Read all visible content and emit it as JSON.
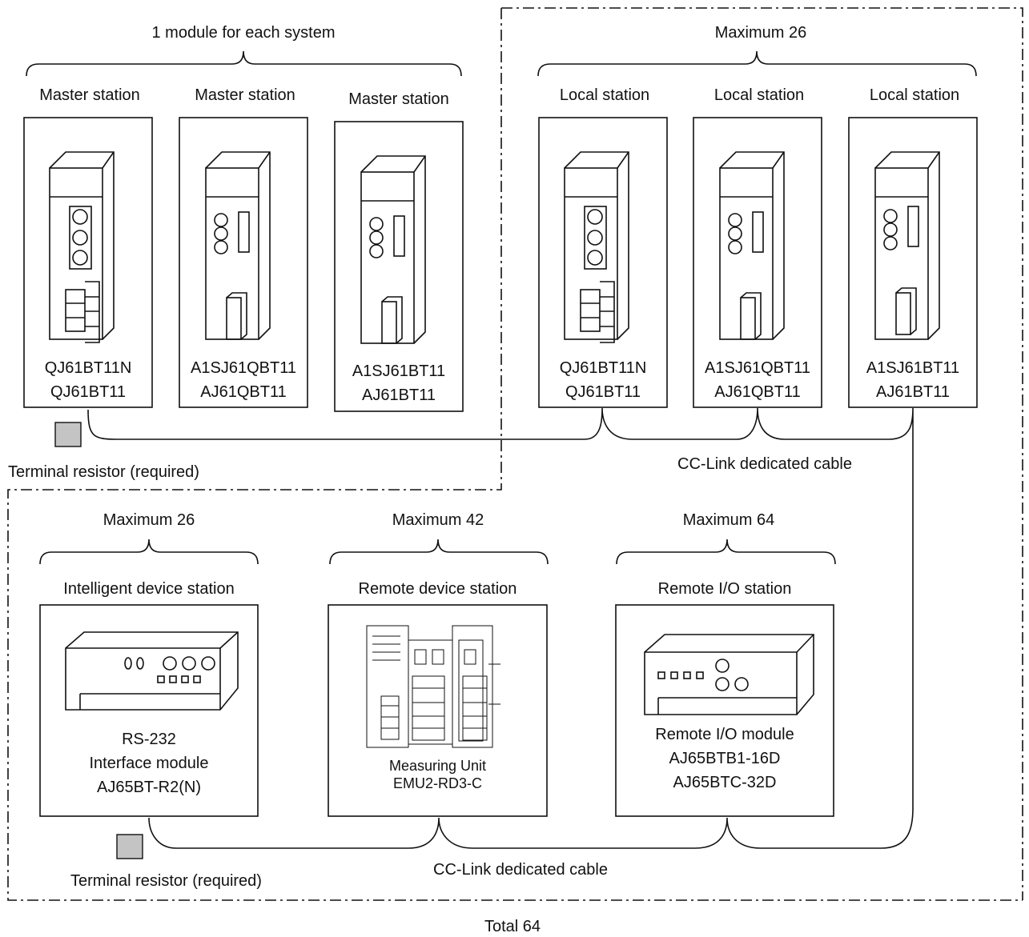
{
  "top": {
    "master_group_label": "1 module for each system",
    "local_group_label": "Maximum 26",
    "masters": [
      {
        "title": "Master station",
        "models": [
          "QJ61BT11N",
          "QJ61BT11"
        ]
      },
      {
        "title": "Master station",
        "models": [
          "A1SJ61QBT11",
          "AJ61QBT11"
        ]
      },
      {
        "title": "Master station",
        "models": [
          "A1SJ61BT11",
          "AJ61BT11"
        ]
      }
    ],
    "locals": [
      {
        "title": "Local station",
        "models": [
          "QJ61BT11N",
          "QJ61BT11"
        ]
      },
      {
        "title": "Local station",
        "models": [
          "A1SJ61QBT11",
          "AJ61QBT11"
        ]
      },
      {
        "title": "Local station",
        "models": [
          "A1SJ61BT11",
          "AJ61BT11"
        ]
      }
    ],
    "terminal_resistor": "Terminal resistor (required)",
    "cable_label": "CC-Link dedicated cable"
  },
  "bottom": {
    "groups": [
      {
        "max": "Maximum 26",
        "title": "Intelligent device station",
        "lines": [
          "RS-232",
          "Interface module",
          "AJ65BT-R2(N)"
        ]
      },
      {
        "max": "Maximum 42",
        "title": "Remote device station",
        "lines": [
          "Measuring Unit",
          "EMU2-RD3-C"
        ]
      },
      {
        "max": "Maximum 64",
        "title": "Remote I/O station",
        "lines": [
          "Remote I/O module",
          "AJ65BTB1-16D",
          "AJ65BTC-32D"
        ]
      }
    ],
    "terminal_resistor": "Terminal resistor (required)",
    "cable_label": "CC-Link dedicated cable"
  },
  "total": "Total 64"
}
